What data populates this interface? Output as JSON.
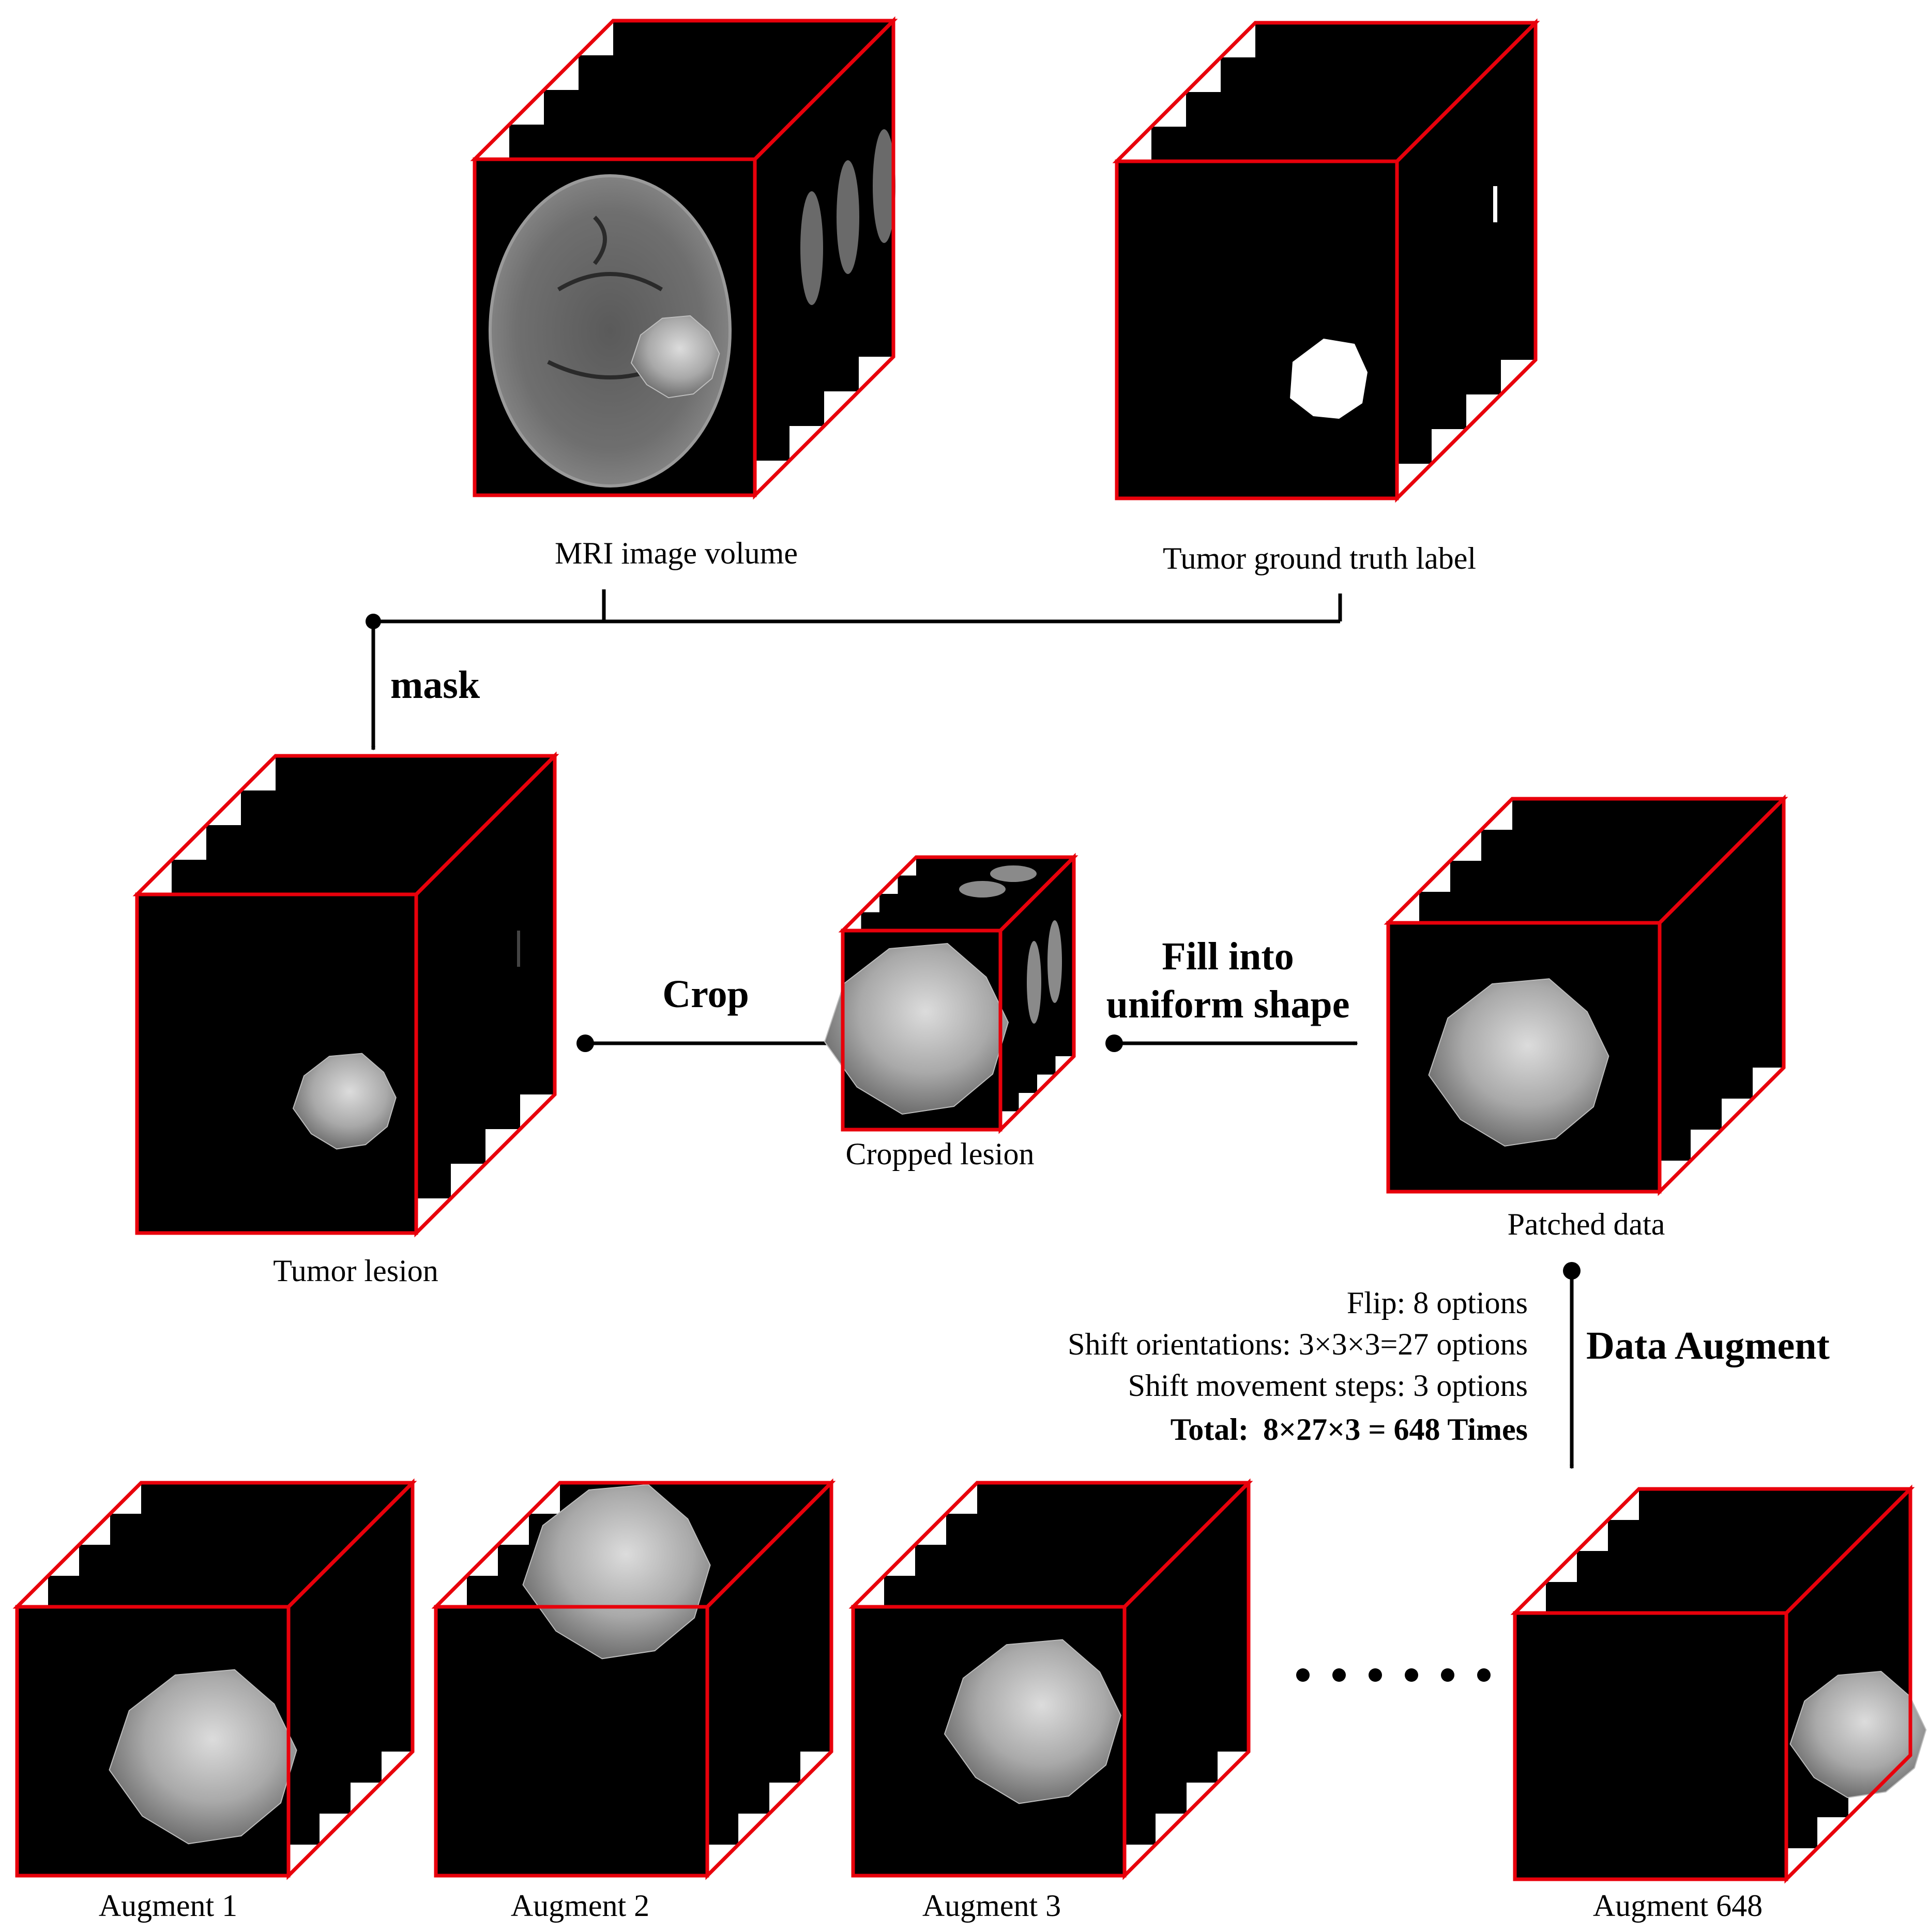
{
  "colors": {
    "edge": "#e8000b",
    "volume": "#000000",
    "line": "#000000",
    "lesion": "#a8a8a8"
  },
  "inputs": {
    "mri_caption": "MRI image volume",
    "label_caption": "Tumor ground truth label"
  },
  "steps": {
    "mask": "mask",
    "crop": "Crop",
    "fill_line1": "Fill into",
    "fill_line2": "uniform shape",
    "augment": "Data Augment"
  },
  "volumes": {
    "tumor_lesion": "Tumor lesion",
    "cropped_lesion": "Cropped lesion",
    "patched_data": "Patched data"
  },
  "augment_notes": {
    "flip": "Flip: 8 options",
    "orientations": "Shift orientations: 3×3×3=27 options",
    "steps": "Shift movement steps: 3 options",
    "total_label": "Total:",
    "total_value": "8×27×3 = 648 Times"
  },
  "outputs": [
    {
      "caption": "Augment 1"
    },
    {
      "caption": "Augment 2"
    },
    {
      "caption": "Augment 3"
    },
    {
      "caption": "Augment 648"
    }
  ],
  "ellipsis": "· · · · · ·"
}
